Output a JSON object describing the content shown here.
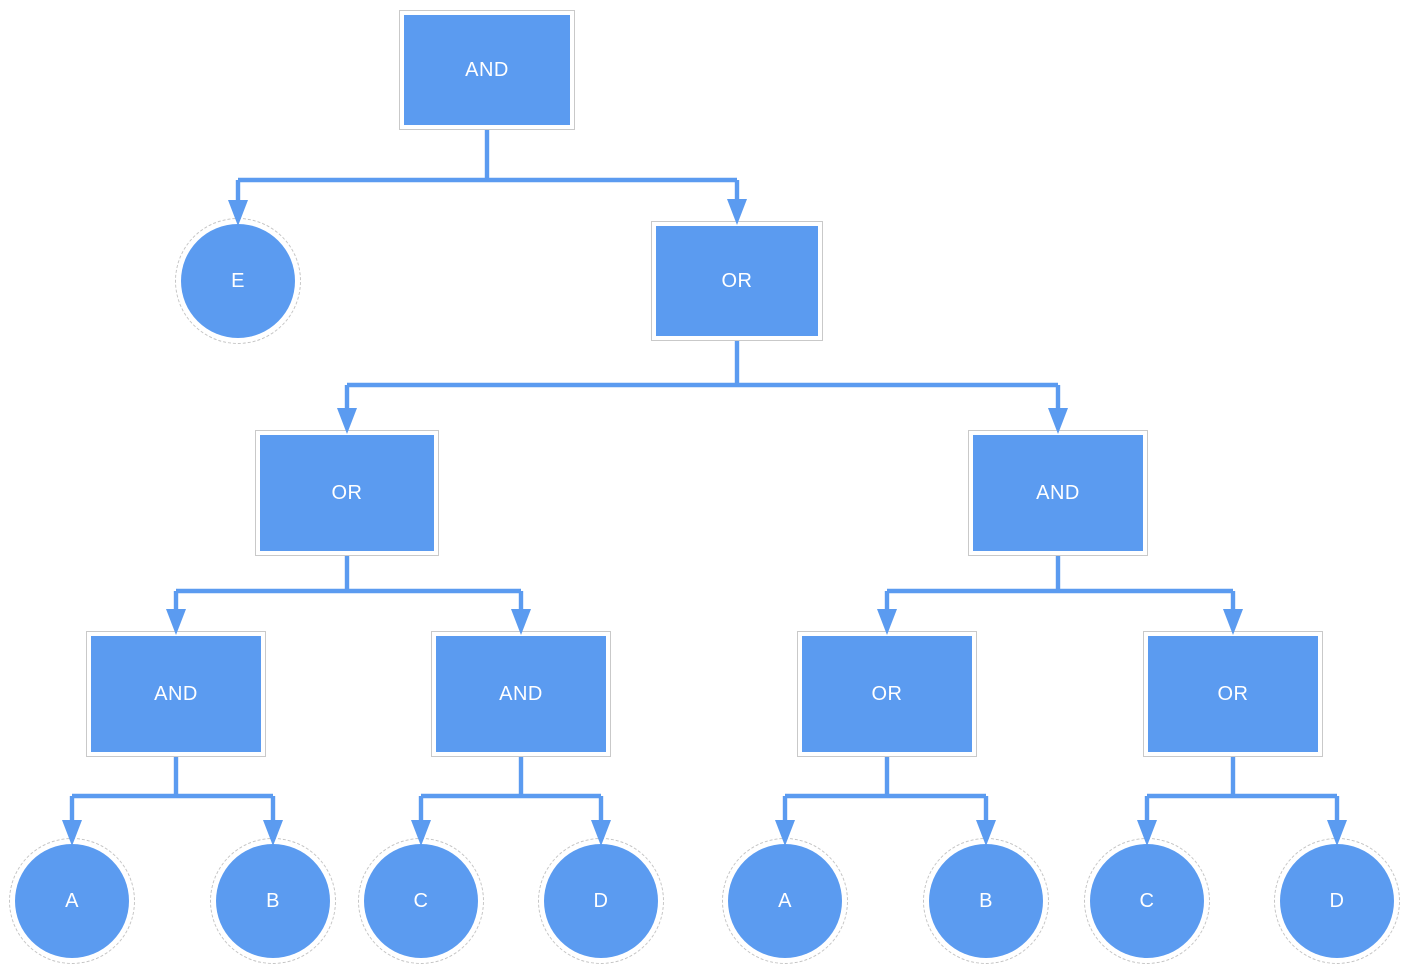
{
  "diagram": {
    "kind": "logic-gate-tree",
    "nodes": {
      "root": {
        "label": "AND",
        "shape": "rect"
      },
      "e": {
        "label": "E",
        "shape": "circle"
      },
      "or2": {
        "label": "OR",
        "shape": "rect"
      },
      "or3l": {
        "label": "OR",
        "shape": "rect"
      },
      "and3r": {
        "label": "AND",
        "shape": "rect"
      },
      "and4a": {
        "label": "AND",
        "shape": "rect"
      },
      "and4b": {
        "label": "AND",
        "shape": "rect"
      },
      "or4c": {
        "label": "OR",
        "shape": "rect"
      },
      "or4d": {
        "label": "OR",
        "shape": "rect"
      },
      "a1": {
        "label": "A",
        "shape": "circle"
      },
      "b1": {
        "label": "B",
        "shape": "circle"
      },
      "c1": {
        "label": "C",
        "shape": "circle"
      },
      "d1": {
        "label": "D",
        "shape": "circle"
      },
      "a2": {
        "label": "A",
        "shape": "circle"
      },
      "b2": {
        "label": "B",
        "shape": "circle"
      },
      "c2": {
        "label": "C",
        "shape": "circle"
      },
      "d2": {
        "label": "D",
        "shape": "circle"
      }
    },
    "edges": [
      {
        "from": "root",
        "to": "e"
      },
      {
        "from": "root",
        "to": "or2"
      },
      {
        "from": "or2",
        "to": "or3l"
      },
      {
        "from": "or2",
        "to": "and3r"
      },
      {
        "from": "or3l",
        "to": "and4a"
      },
      {
        "from": "or3l",
        "to": "and4b"
      },
      {
        "from": "and3r",
        "to": "or4c"
      },
      {
        "from": "and3r",
        "to": "or4d"
      },
      {
        "from": "and4a",
        "to": "a1"
      },
      {
        "from": "and4a",
        "to": "b1"
      },
      {
        "from": "and4b",
        "to": "c1"
      },
      {
        "from": "and4b",
        "to": "d1"
      },
      {
        "from": "or4c",
        "to": "a2"
      },
      {
        "from": "or4c",
        "to": "b2"
      },
      {
        "from": "or4d",
        "to": "c2"
      },
      {
        "from": "or4d",
        "to": "d2"
      }
    ],
    "colors": {
      "node_fill": "#5b9bf0",
      "connector": "#5b9bf0",
      "box_border": "#c9c9c9",
      "leaf_ring": "#c4c4c4",
      "label_color": "#ffffff",
      "background": "#ffffff"
    }
  }
}
